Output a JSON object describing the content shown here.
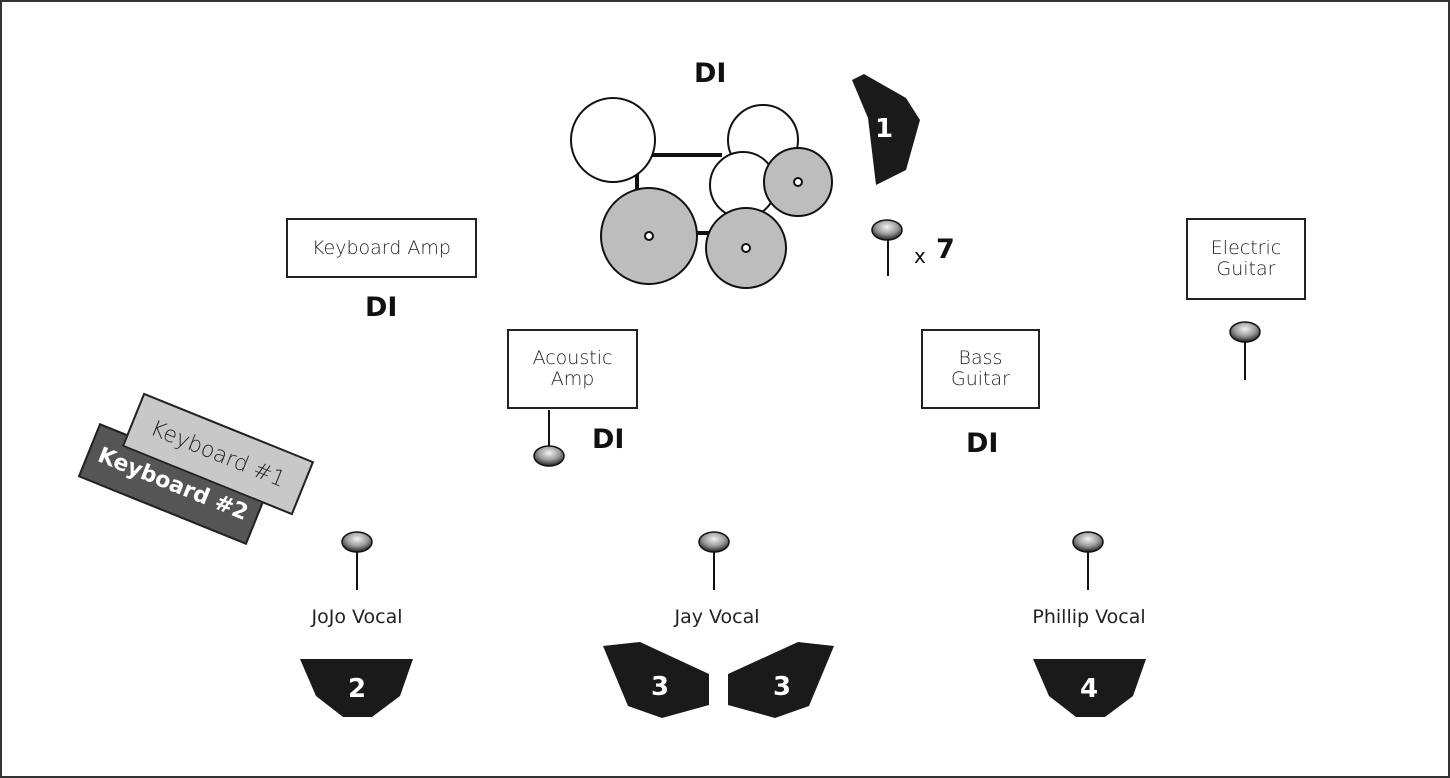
{
  "colors": {
    "drum_fill": "#bdbdbd",
    "mic_dark": "#222222",
    "mic_light": "#e8e8e8",
    "monitor": "#1a1a1a",
    "keyboard1": "#c8c8c8",
    "keyboard2": "#555555"
  },
  "drums": {
    "di_label": "DI"
  },
  "drum_mics": {
    "multiplier": "x",
    "count": "7"
  },
  "amps": {
    "keyboard_amp": "Keyboard Amp",
    "keyboard_di": "DI",
    "acoustic_amp_line1": "Acoustic",
    "acoustic_amp_line2": "Amp",
    "acoustic_di": "DI",
    "bass_line1": "Bass",
    "bass_line2": "Guitar",
    "bass_di": "DI",
    "electric_line1": "Electric",
    "electric_line2": "Guitar"
  },
  "keyboards": {
    "keyboard1": "Keyboard #1",
    "keyboard2": "Keyboard #2"
  },
  "vocals": {
    "jojo": "JoJo Vocal",
    "jay": "Jay Vocal",
    "phillip": "Phillip Vocal"
  },
  "monitors": {
    "m1": "1",
    "m2": "2",
    "m3a": "3",
    "m3b": "3",
    "m4": "4"
  }
}
